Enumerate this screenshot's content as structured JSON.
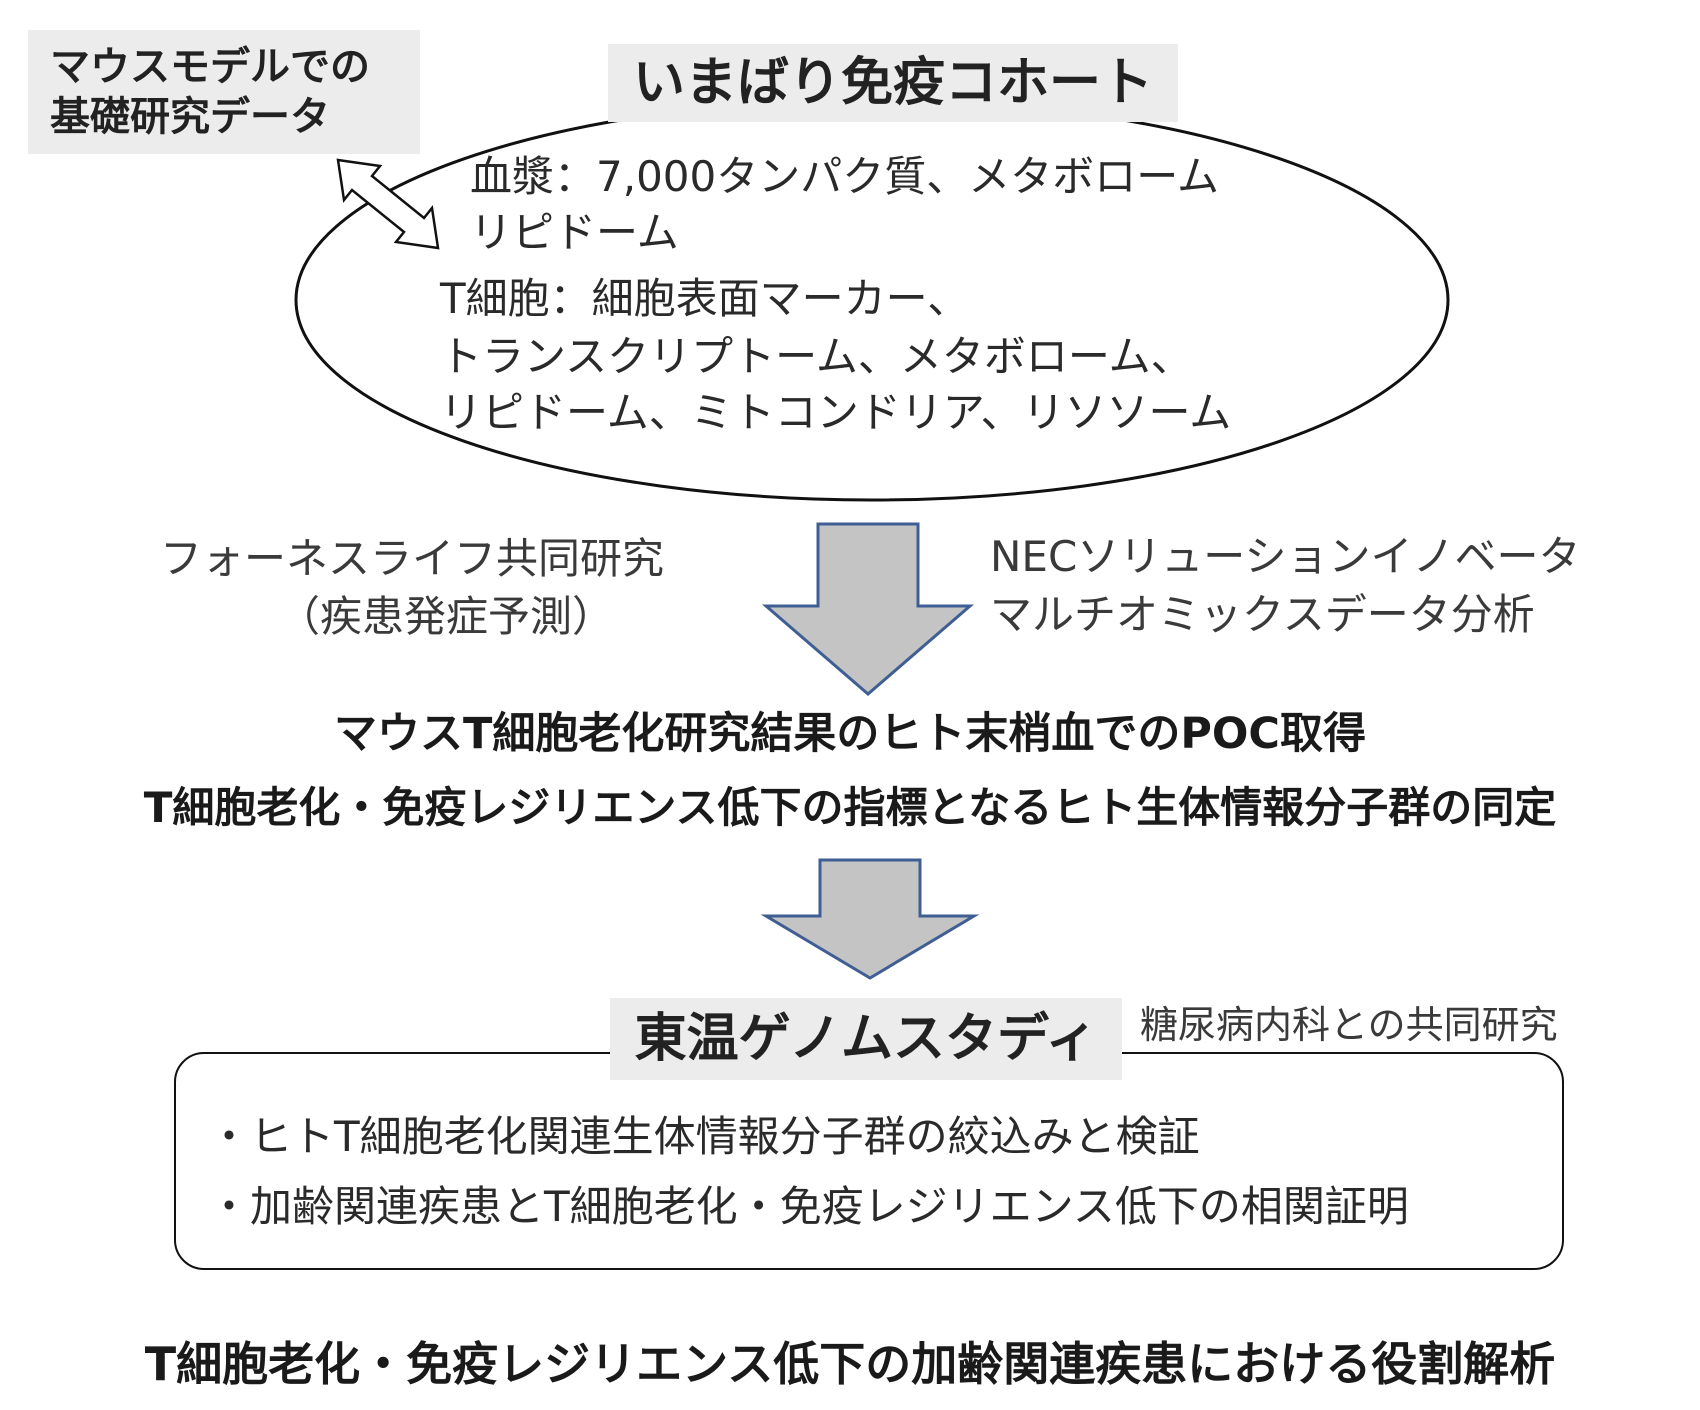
{
  "mouse_data": {
    "line1": "マウスモデルでの",
    "line2": "基礎研究データ"
  },
  "cohort": {
    "title": "いまばり免疫コホート",
    "plasma_line1": "血漿：7,000タンパク質、メタボローム",
    "plasma_line2": "リピドーム",
    "tcell_line1": "T細胞：細胞表面マーカー、",
    "tcell_line2": "トランスクリプトーム、メタボローム、",
    "tcell_line3": "リピドーム、ミトコンドリア、リソソーム"
  },
  "collaborations": {
    "left_line1": "フォーネスライフ共同研究",
    "left_line2": "（疾患発症予測）",
    "right_line1": "NECソリューションイノベータ",
    "right_line2": "マルチオミックスデータ分析"
  },
  "results": {
    "line1": "マウスT細胞老化研究結果のヒト末梢血でのPOC取得",
    "line2": "T細胞老化・免疫レジリエンス低下の指標となるヒト生体情報分子群の同定"
  },
  "toon_study": {
    "title": "東温ゲノムスタディ",
    "collab_note": "糖尿病内科との共同研究",
    "bullet1": "・ヒトT細胞老化関連生体情報分子群の絞込みと検証",
    "bullet2": "・加齢関連疾患とT細胞老化・免疫レジリエンス低下の相関証明"
  },
  "final_goal": "T細胞老化・免疫レジリエンス低下の加齢関連疾患における役割解析",
  "colors": {
    "label_box_fill": "#ececec",
    "arrow_fill": "#c4c4c4",
    "arrow_stroke": "#3f5e93",
    "outline": "#111111"
  }
}
